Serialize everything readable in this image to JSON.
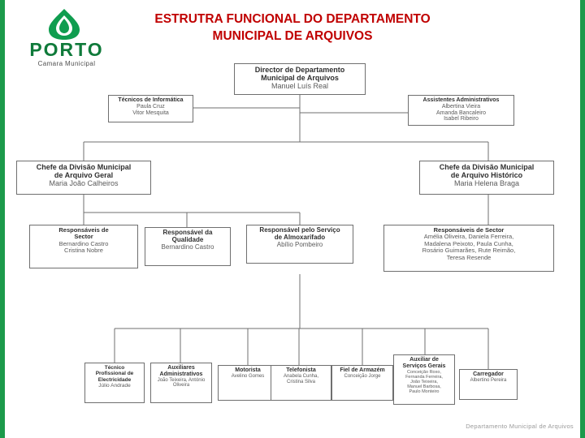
{
  "logo": {
    "wordmark": "PORTO",
    "subtitle": "Camara Municipal",
    "mark_icon": "porto-droplet-icon"
  },
  "title": {
    "line1": "ESTRUTRA FUNCIONAL DO DEPARTAMENTO",
    "line2": "MUNICIPAL DE ARQUIVOS",
    "color": "#c00000"
  },
  "footer": {
    "note": "Departamento Municipal de Arquivos"
  },
  "chart_data": {
    "type": "diagram",
    "title": "ESTRUTRA FUNCIONAL DO DEPARTAMENTO MUNICIPAL DE ARQUIVOS",
    "nodes": [
      {
        "id": "director",
        "header": "Director de Departamento\nMunicipal de Arquivos",
        "header_lines": [
          "Director de Departamento",
          "Municipal de Arquivos"
        ],
        "names": [
          "Manuel Luís Real"
        ]
      },
      {
        "id": "tecnicos-informatica",
        "header_lines": [
          "Técnicos de Informática"
        ],
        "names": [
          "Paula Cruz",
          "Vitor Mesquita"
        ]
      },
      {
        "id": "assistentes-administrativos",
        "header_lines": [
          "Assistentes Administrativos"
        ],
        "names": [
          "Albertina Vieira",
          "Amanda Bancaleiro",
          "Isabel Ribeiro"
        ]
      },
      {
        "id": "chefe-arquivo-geral",
        "header_lines": [
          "Chefe da Divisão Municipal",
          "de Arquivo Geral"
        ],
        "names": [
          "Maria João Calheiros"
        ]
      },
      {
        "id": "chefe-arquivo-historico",
        "header_lines": [
          "Chefe da Divisão Municipal",
          "de Arquivo Histórico"
        ],
        "names": [
          "Maria Helena Braga"
        ]
      },
      {
        "id": "responsaveis-sector-geral",
        "header_lines": [
          "Responsáveis de",
          "Sector"
        ],
        "names": [
          "Bernardino Castro",
          "Cristina Nobre"
        ]
      },
      {
        "id": "responsavel-qualidade",
        "header_lines": [
          "Responsável da",
          "Qualidade"
        ],
        "names": [
          "Bernardino Castro"
        ]
      },
      {
        "id": "responsavel-almoxarifado",
        "header_lines": [
          "Responsável pelo Serviço",
          "de Almoxarifado"
        ],
        "names": [
          "Abílio Pombeiro"
        ]
      },
      {
        "id": "responsaveis-sector-historico",
        "header_lines": [
          "Responsáveis de Sector"
        ],
        "names": [
          "Amélia Oliveira, Daniela Ferreira,",
          "Madalena Peixoto, Paula Cunha,",
          "Rosário Guimarães, Rute Reimão,",
          "Teresa Resende"
        ]
      },
      {
        "id": "tecnico-electricidade",
        "header_lines": [
          "Técnico",
          "Profissional de",
          "Electricidade"
        ],
        "names": [
          "Júlio Andrade"
        ]
      },
      {
        "id": "auxiliares-administrativos",
        "header_lines": [
          "Auxiliares",
          "Administrativos"
        ],
        "names": [
          "João Teixeira, António",
          "Oliveira"
        ]
      },
      {
        "id": "motorista",
        "header_lines": [
          "Motorista"
        ],
        "names": [
          "Avelino Gomes"
        ]
      },
      {
        "id": "telefonista",
        "header_lines": [
          "Telefonista"
        ],
        "names": [
          "Anabela Cunha,",
          "Cristina Silva"
        ]
      },
      {
        "id": "fiel-armazem",
        "header_lines": [
          "Fiel de Armazém"
        ],
        "names": [
          "Conceição Jorge"
        ]
      },
      {
        "id": "auxiliar-servicos-gerais",
        "header_lines": [
          "Auxiliar de",
          "Serviços Gerais"
        ],
        "names": [
          "Conceição Roxo,",
          "Fernanda Ferreira,",
          "João Teixeira,",
          "Manuel Barbosa,",
          "Paulo Monteiro"
        ]
      },
      {
        "id": "carregador",
        "header_lines": [
          "Carregador"
        ],
        "names": [
          "Albertino Pereira"
        ]
      }
    ]
  }
}
